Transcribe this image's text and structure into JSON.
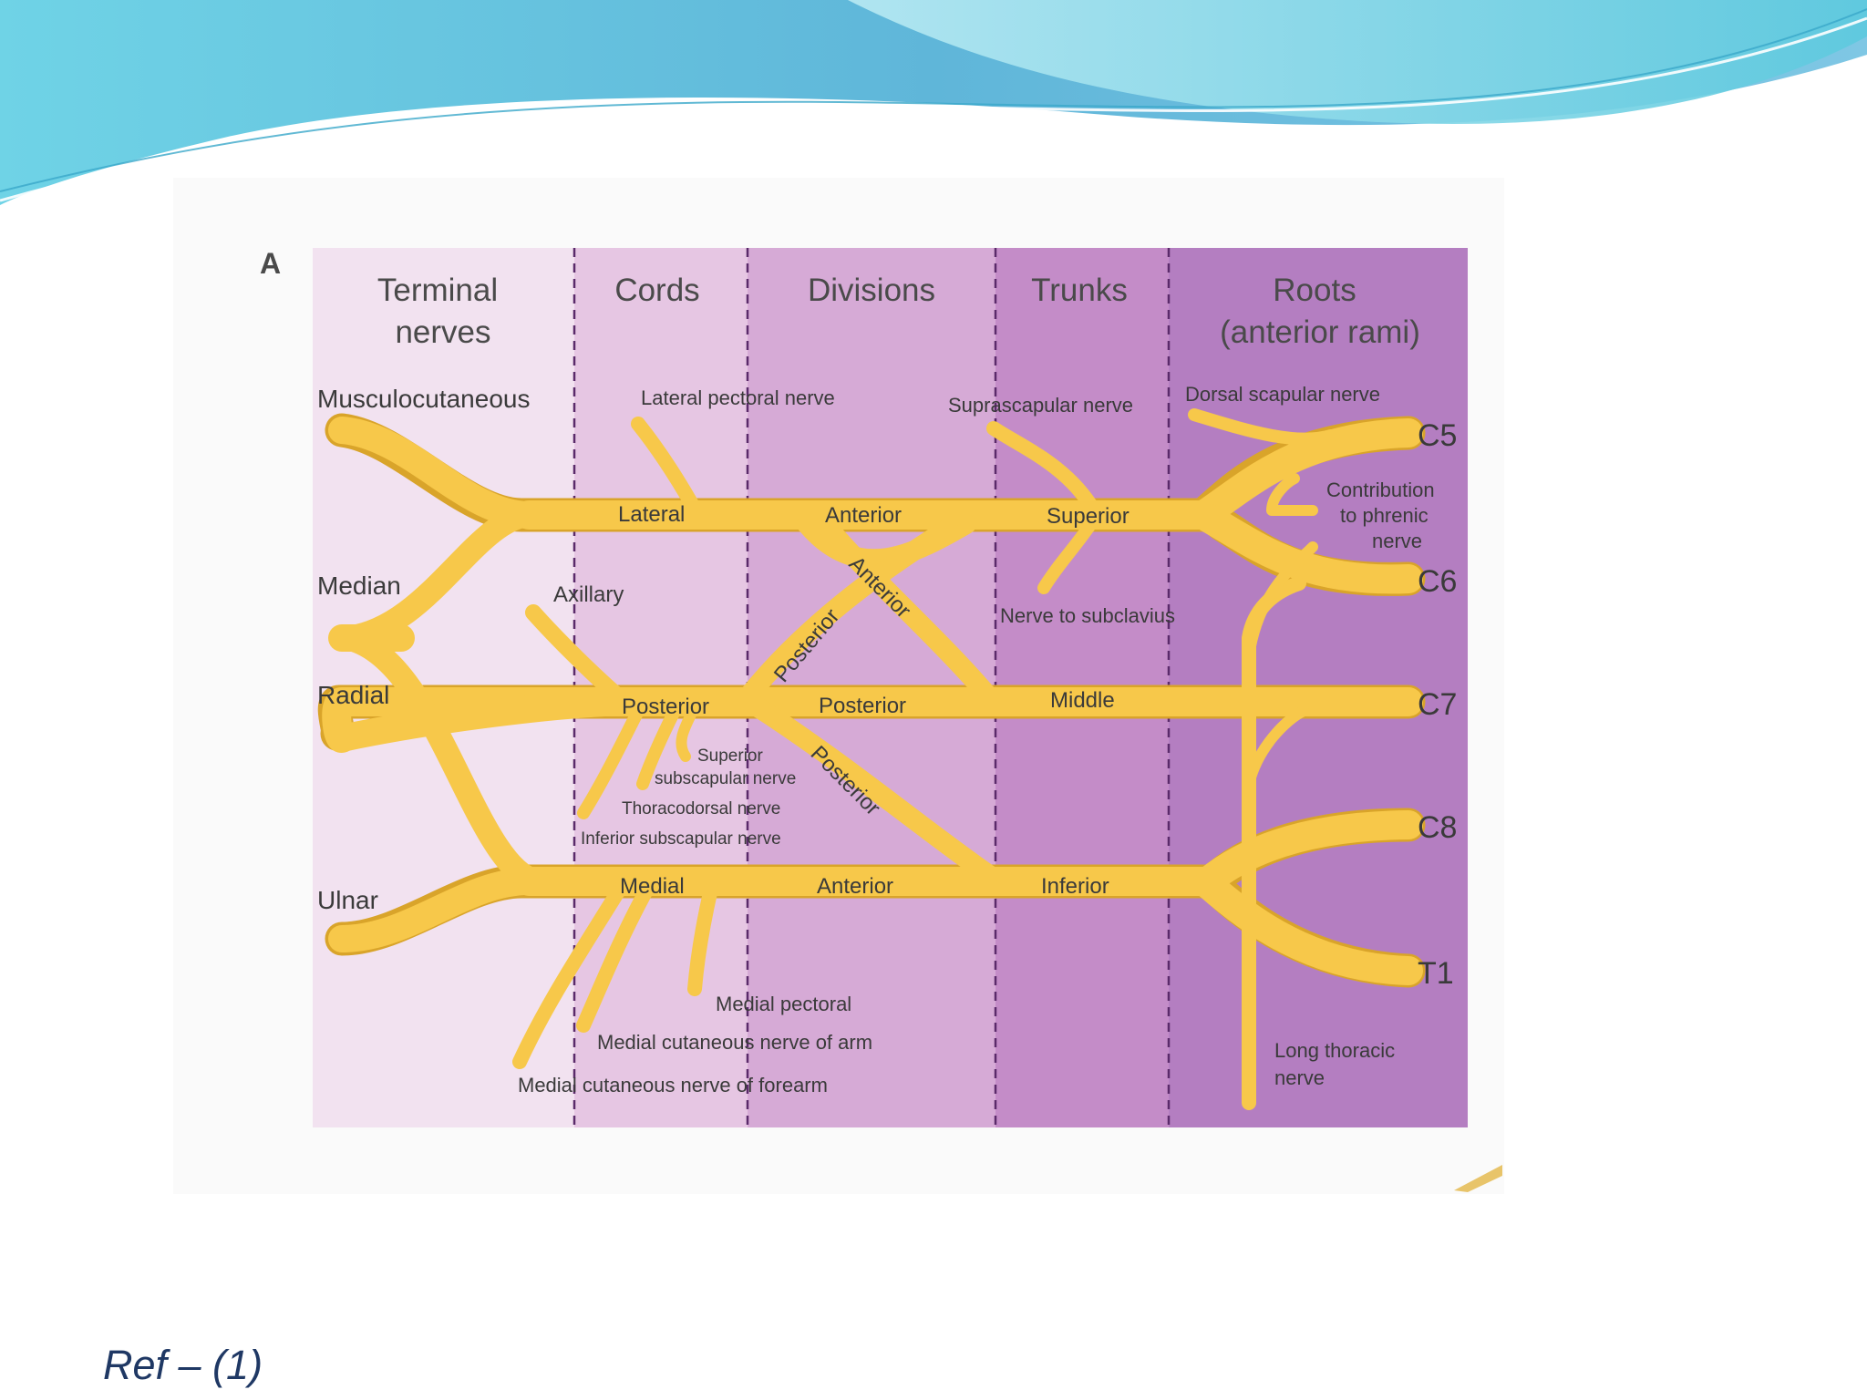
{
  "reference": "Ref – (1)",
  "figure": {
    "panel_letter": "A",
    "columns": [
      {
        "line1": "Terminal",
        "line2": "nerves"
      },
      {
        "line1": "Cords",
        "line2": ""
      },
      {
        "line1": "Divisions",
        "line2": ""
      },
      {
        "line1": "Trunks",
        "line2": ""
      },
      {
        "line1": "Roots",
        "line2": "(anterior rami)"
      }
    ],
    "terminal_nerves": [
      "Musculocutaneous",
      "Median",
      "Radial",
      "Axillary",
      "Ulnar"
    ],
    "cords": [
      "Lateral",
      "Posterior",
      "Medial"
    ],
    "divisions": {
      "anterior": "Anterior",
      "posterior": "Posterior"
    },
    "trunks": [
      "Superior",
      "Middle",
      "Inferior"
    ],
    "roots": [
      "C5",
      "C6",
      "C7",
      "C8",
      "T1"
    ],
    "branches": {
      "lateral_pectoral": "Lateral pectoral nerve",
      "suprascapular": "Suprascapular nerve",
      "dorsal_scapular": "Dorsal scapular nerve",
      "phrenic_1": "Contribution",
      "phrenic_2": "to phrenic",
      "phrenic_3": "nerve",
      "subclavius": "Nerve to subclavius",
      "sup_subscap_1": "Superior",
      "sup_subscap_2": "subscapular nerve",
      "thoracodorsal": "Thoracodorsal nerve",
      "inf_subscap": "Inferior subscapular nerve",
      "medial_pectoral": "Medial pectoral",
      "med_cut_arm": "Medial cutaneous nerve of arm",
      "med_cut_forearm": "Medial cutaneous nerve of forearm",
      "long_thoracic_1": "Long thoracic",
      "long_thoracic_2": "nerve"
    },
    "colors": {
      "nerve": "#f7c84a",
      "band_terminal": "#f2e2f0",
      "band_cords": "#e6c6e3",
      "band_divisions": "#d6aad6",
      "band_trunks": "#c48cc8",
      "band_roots": "#b47ec1"
    }
  }
}
